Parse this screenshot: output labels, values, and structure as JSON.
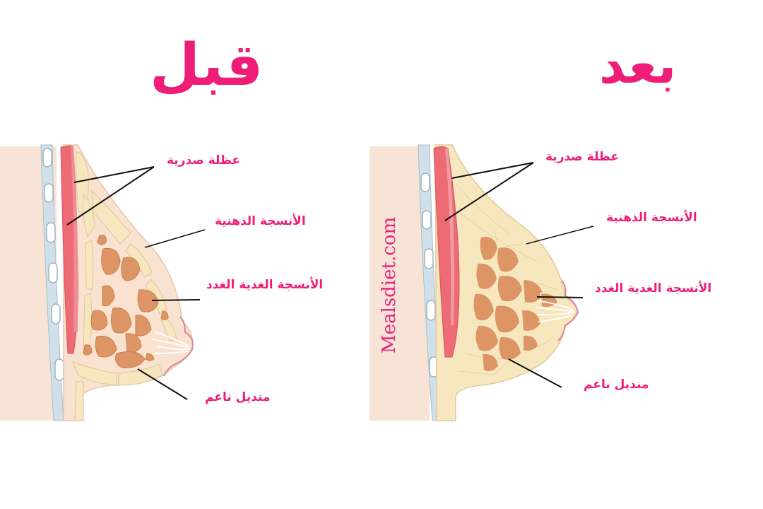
{
  "titles": {
    "before": "قبل",
    "after": "بعد"
  },
  "panels": [
    {
      "id": "before",
      "labels": {
        "pectoral_muscle": "عظلة  صدرية",
        "fatty_tissue": "الأنسجة الذهنية",
        "glandular_tissue": "الأنسجة الغدية الغدد",
        "soft_tissue": "منديل ناعم"
      }
    },
    {
      "id": "after",
      "labels": {
        "pectoral_muscle": "عظلة  صدرية",
        "fatty_tissue": "الأنسجة الذهنية",
        "glandular_tissue": "الأنسجة الغدية الغدد",
        "soft_tissue": "منديل ناعم"
      }
    }
  ],
  "watermark": "Mealsdiet.com",
  "colors": {
    "accent_pink": "#ee1e78",
    "skin_body": "#f8e4d6",
    "rib_blue": "#cfe0ea",
    "muscle_red": "#ec6b74",
    "fat_yellow": "#f6e7bf",
    "gland_orange": "#dd9566",
    "tissue_bg": "#f9e2cf",
    "leader_line": "#111111"
  }
}
